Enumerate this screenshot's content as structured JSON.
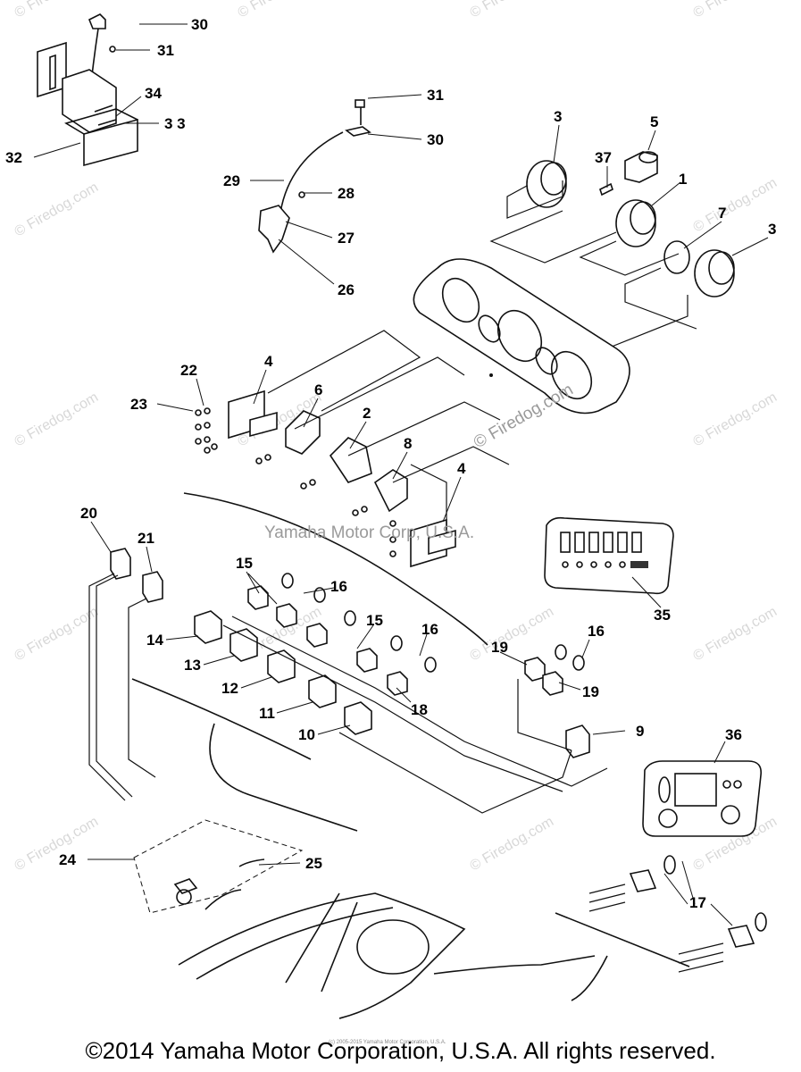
{
  "watermarks": {
    "corner": "© Firedog.com",
    "center_brand": "© Firedog.com",
    "center_copyright": "Yamaha Motor Corp, U.S.A.",
    "tiny_copyright": "(c) 2005-2015 Yamaha Motor Corporation, U.S.A."
  },
  "callouts": {
    "c1": "1",
    "c2": "2",
    "c3a": "3",
    "c3b": "3",
    "c4a": "4",
    "c4b": "4",
    "c5": "5",
    "c6": "6",
    "c7": "7",
    "c8": "8",
    "c9": "9",
    "c10": "10",
    "c11": "11",
    "c12": "12",
    "c13": "13",
    "c14": "14",
    "c15a": "15",
    "c15b": "15",
    "c16a": "16",
    "c16b": "16",
    "c16c": "16",
    "c17": "17",
    "c18": "18",
    "c19a": "19",
    "c19b": "19",
    "c20": "20",
    "c21": "21",
    "c22": "22",
    "c23": "23",
    "c24": "24",
    "c25": "25",
    "c26": "26",
    "c27": "27",
    "c28": "28",
    "c29": "29",
    "c30a": "30",
    "c30b": "30",
    "c31a": "31",
    "c31b": "31",
    "c32": "32",
    "c33": "3 3",
    "c34": "34",
    "c35": "35",
    "c36": "36",
    "c37": "37"
  },
  "footer": "©2014 Yamaha Motor Corporation, U.S.A. All rights reserved."
}
